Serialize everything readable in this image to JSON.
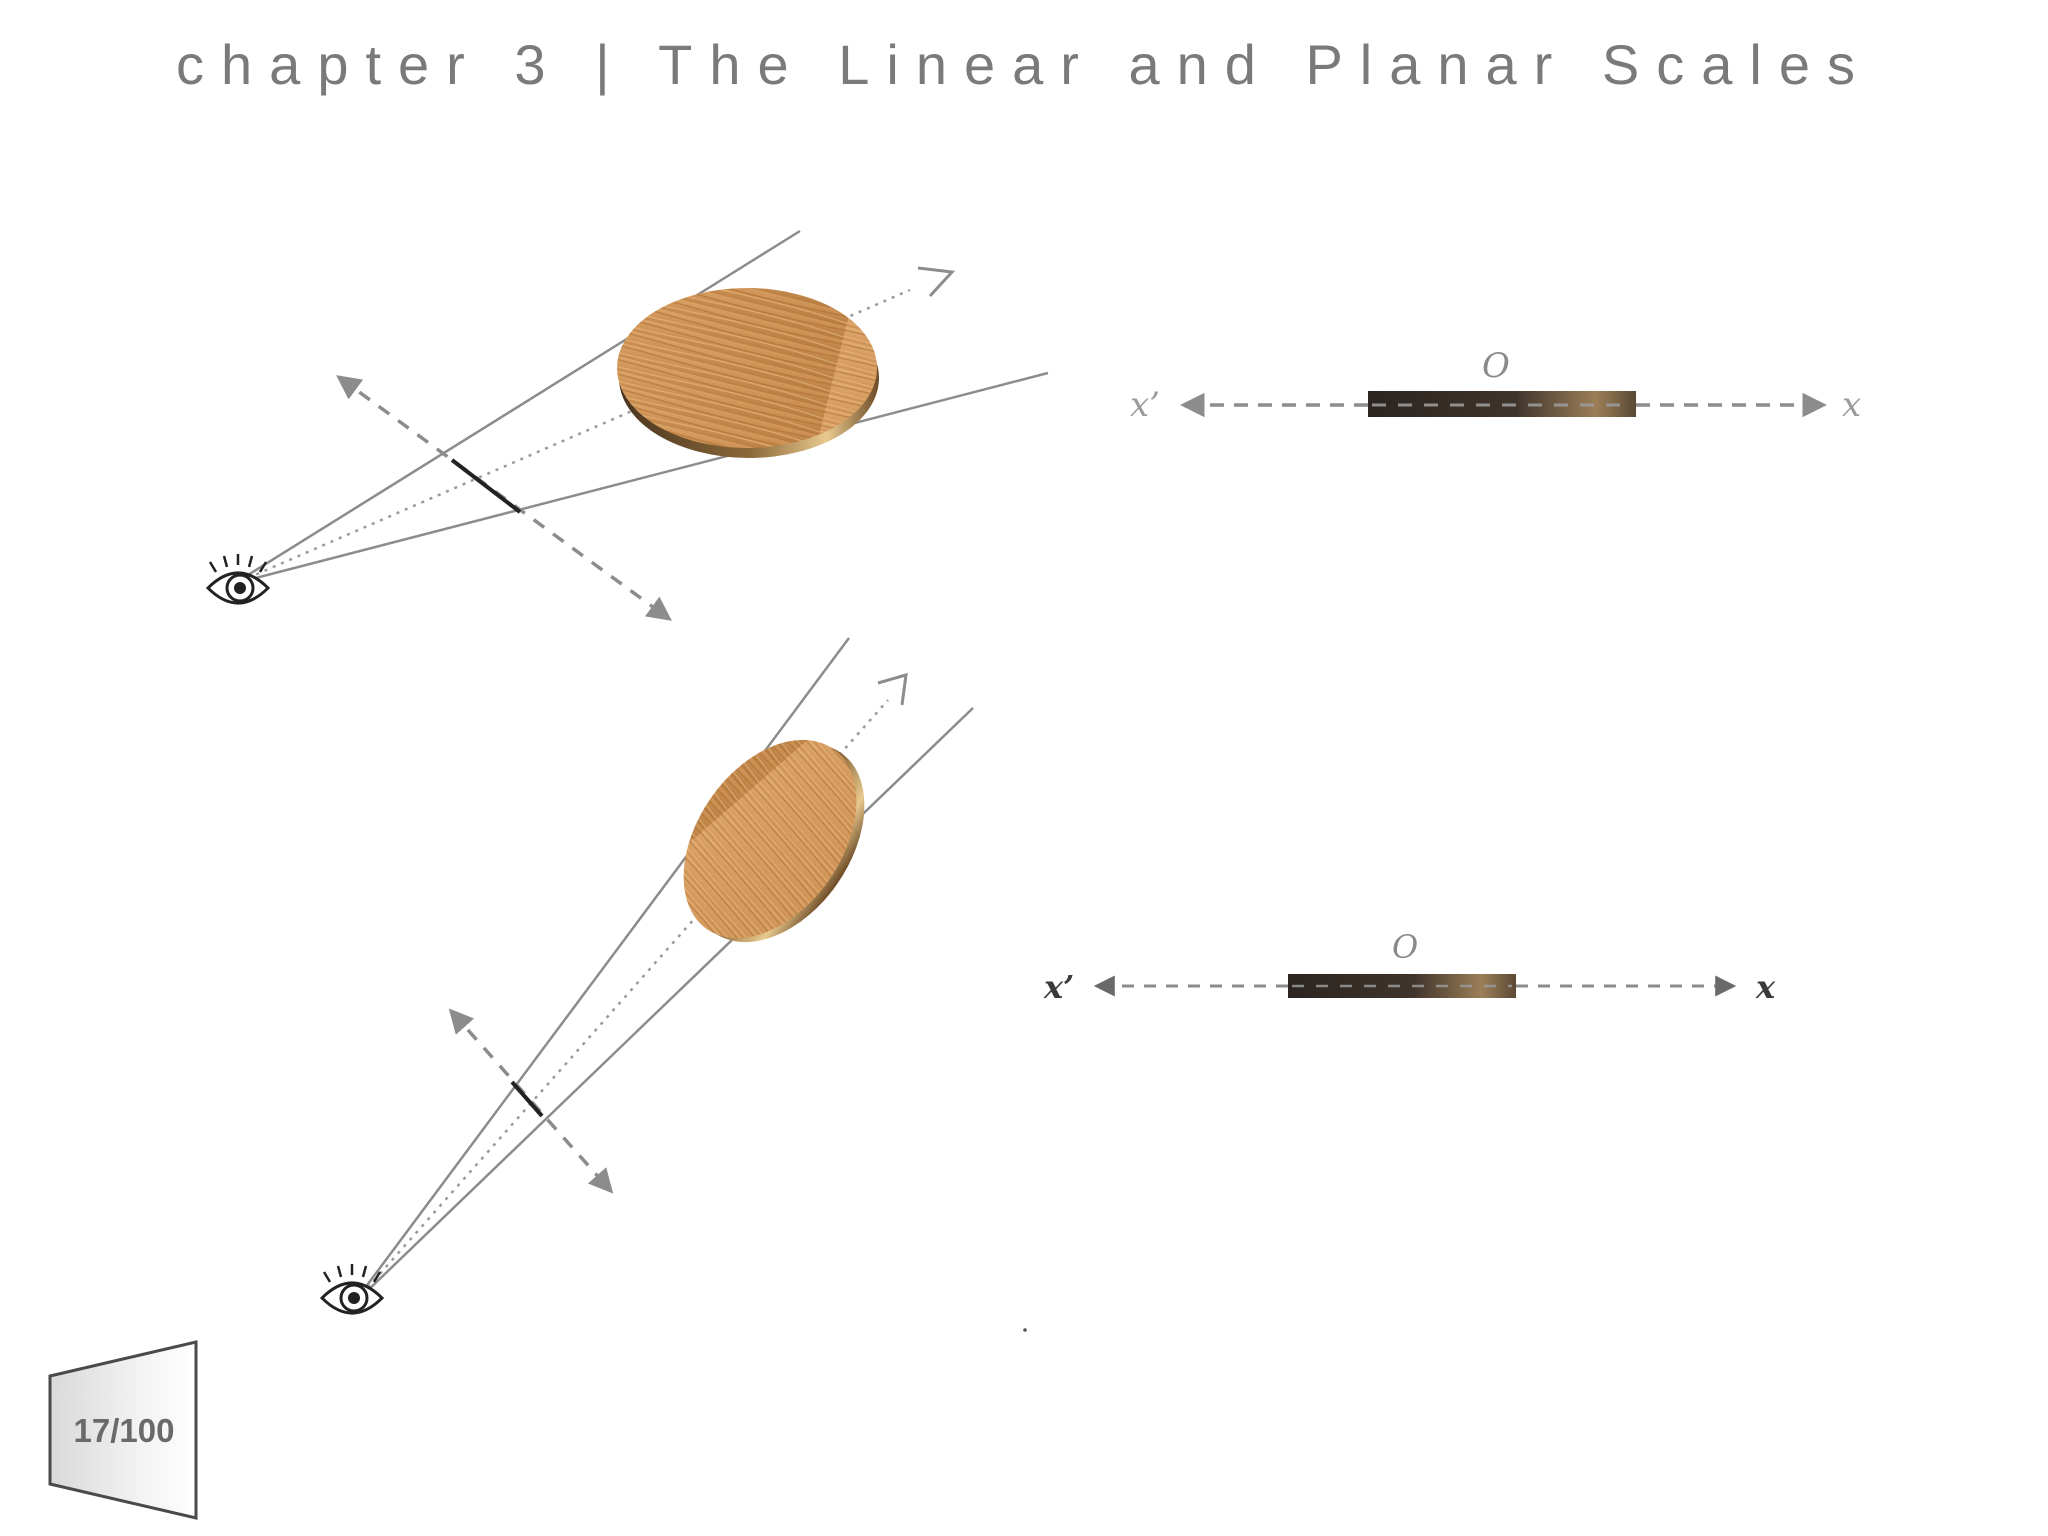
{
  "header": {
    "title": "chapter 3 | The Linear and Planar Scales"
  },
  "diagram_top": {
    "origin_label": "O",
    "axis_negative_label": "x’",
    "axis_positive_label": "x",
    "label_color": "#9a9a9a"
  },
  "diagram_bottom": {
    "origin_label": "O",
    "axis_negative_label": "x’",
    "axis_positive_label": "x",
    "label_color": "#3a3a3a"
  },
  "pager": {
    "label": "17/100"
  },
  "colors": {
    "wood_light": "#d8a265",
    "wood_dark": "#b07638",
    "rod_dark": "#2e2520",
    "line_gray": "#8c8c8c",
    "title_gray": "#7a7a7a"
  },
  "icons": [
    "eye-icon",
    "eye-icon"
  ]
}
